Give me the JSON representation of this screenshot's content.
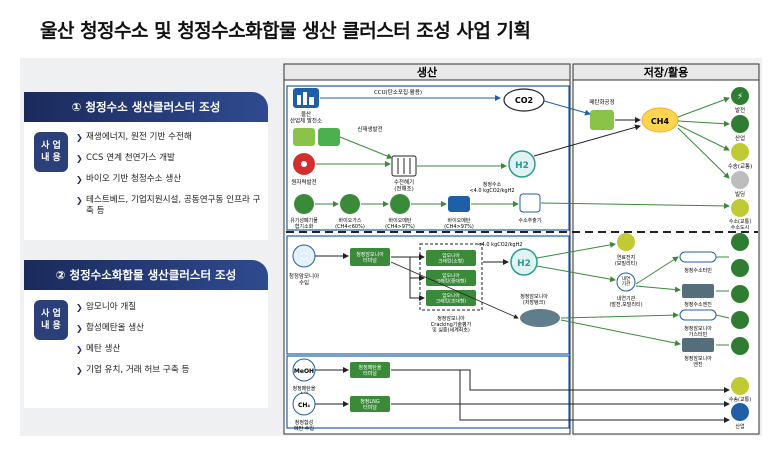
{
  "title": "울산 청정수소 및 청정수소화합물 생산 클러스터 조성 사업 기획",
  "section1": {
    "header": "① 청정수소 생산클러스터 조성",
    "tag": [
      "사 업",
      "내 용"
    ],
    "items": [
      "재생에너지, 원전 기반 수전해",
      "CCS 연계 천연가스 개발",
      "바이오 기반 청정수소 생산",
      "테스트베드, 기업지원시설, 공동연구동 인프라 구축 등"
    ]
  },
  "section2": {
    "header": "② 청정수소화합물 생산클러스터 조성",
    "tag": [
      "사 업",
      "내 용"
    ],
    "items": [
      "암모니아 개질",
      "합성메탄올 생산",
      "메탄 생산",
      "기업 유치, 거래 허브 구축 등"
    ]
  },
  "diagram": {
    "col_production": "생산",
    "col_storage": "저장/활용",
    "nodes": {
      "industrial": "울산\n산업체 발전소",
      "ccu": "CCU(탄소포집·활용)",
      "co2": "CO2",
      "renewable": "신재생발전",
      "nuclear": "원자력발전",
      "electrolysis": "수전해기\n(전해조)",
      "h2_top": "H2",
      "h2_top_label": "청정수소\n<4.0 kgCO2/kgH2",
      "organic": "유기성폐기물\n혐기소화",
      "biogas": "바이오가스\n(CH4<60%)",
      "biomethane": "바이오메탄\n(CH4>97%)",
      "biomethane2": "바이오메탄\n(CH4>97%)",
      "hydrogen_extract": "수소추출기",
      "methanation": "메탄화공정",
      "ch4": "CH4",
      "nh3_import": "청정암모니아\n수입",
      "nh3_terminal": "청정암모니아\n터미널",
      "cracking1": "암모니아\n크래킹(소형)",
      "cracking2": "암모니아\n크래킹(중대형)",
      "cracking3": "암모니아\n크래킹(초대형)",
      "cracking_label": "청정암모니아\nCracking기술평가\n및 실증(세계최초)",
      "h2_mid": "H2",
      "h2_mid_label": "<4.0 kgCO2/kgH2",
      "nh3_storage": "청정암모니아\n(저장탱크)",
      "meoh": "MeOH",
      "meoh_import": "청정메탄올\n수입",
      "meoh_terminal": "청정메탄올\n터미널",
      "ch4_import": "청정합성\n메탄 수입",
      "ch4_terminal": "청정LNG\n터미널"
    },
    "uses": {
      "power": "발전",
      "industry": "산업",
      "transport": "수송(교통)",
      "building": "빌딩",
      "transport_station": "수소(교통)\n수소도시",
      "fuel_cell": "연료전지\n(모빌리티)",
      "internal": "내연\n기관",
      "internal_label": "내연기관\n(발전,모빌리티)",
      "h2_turbine": "청정수소터빈",
      "h2_engine": "청정수소엔진",
      "nh3_turbine": "청정암모니아\n가스터빈",
      "nh3_engine": "청정암모니아\n엔진",
      "transport2": "수송(교통)",
      "industry2": "산업"
    },
    "colors": {
      "blue": "#1f5fa8",
      "green": "#3a8a3a",
      "teal": "#2a9d8f",
      "dark": "#1a2a5c"
    }
  }
}
